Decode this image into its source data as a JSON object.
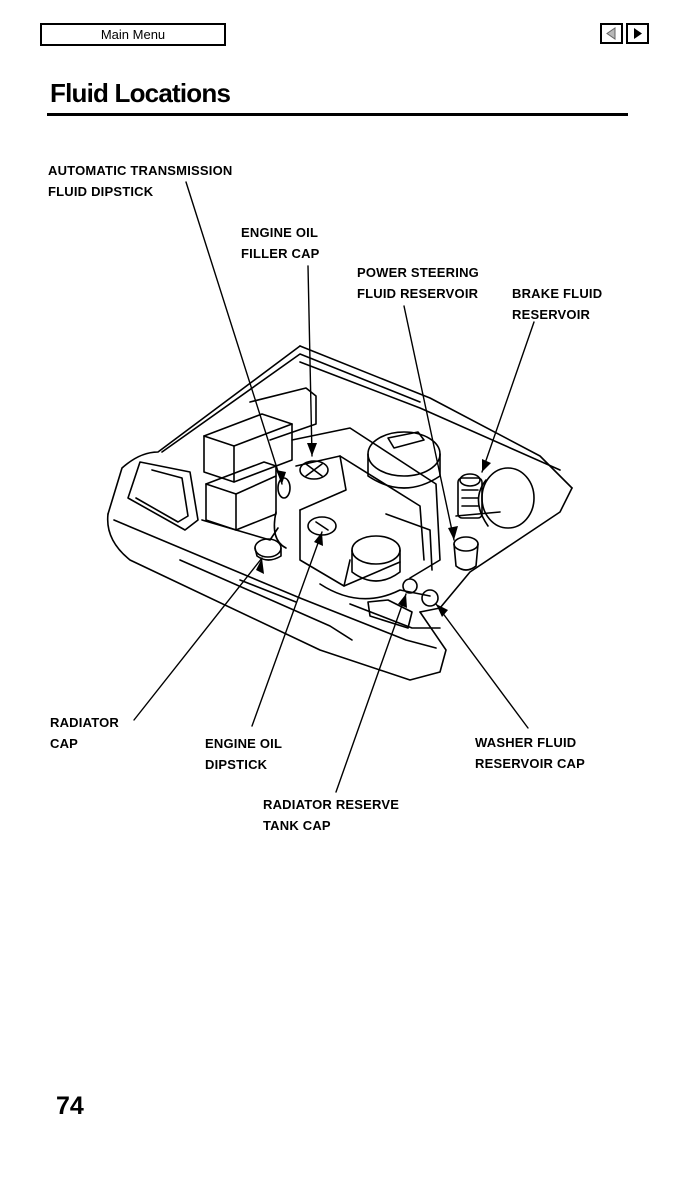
{
  "nav": {
    "main_menu_label": "Main Menu",
    "prev_icon": "triangle-left-icon",
    "next_icon": "triangle-right-icon"
  },
  "page": {
    "title": "Fluid Locations",
    "number": "74"
  },
  "callouts": {
    "atf_dipstick": {
      "line1": "AUTOMATIC  TRANSMISSION",
      "line2": "FLUID  DIPSTICK"
    },
    "oil_filler_cap": {
      "line1": "ENGINE OIL",
      "line2": "FILLER CAP"
    },
    "power_steering": {
      "line1": "POWER STEERING",
      "line2": "FLUID RESERVOIR"
    },
    "brake_fluid": {
      "line1": "BRAKE FLUID",
      "line2": "RESERVOIR"
    },
    "radiator_cap": {
      "line1": "RADIATOR",
      "line2": "CAP"
    },
    "oil_dipstick": {
      "line1": "ENGINE OIL",
      "line2": "DIPSTICK"
    },
    "washer_fluid": {
      "line1": "WASHER FLUID",
      "line2": "RESERVOIR CAP"
    },
    "radiator_reserve": {
      "line1": "RADIATOR  RESERVE",
      "line2": "TANK  CAP"
    }
  }
}
